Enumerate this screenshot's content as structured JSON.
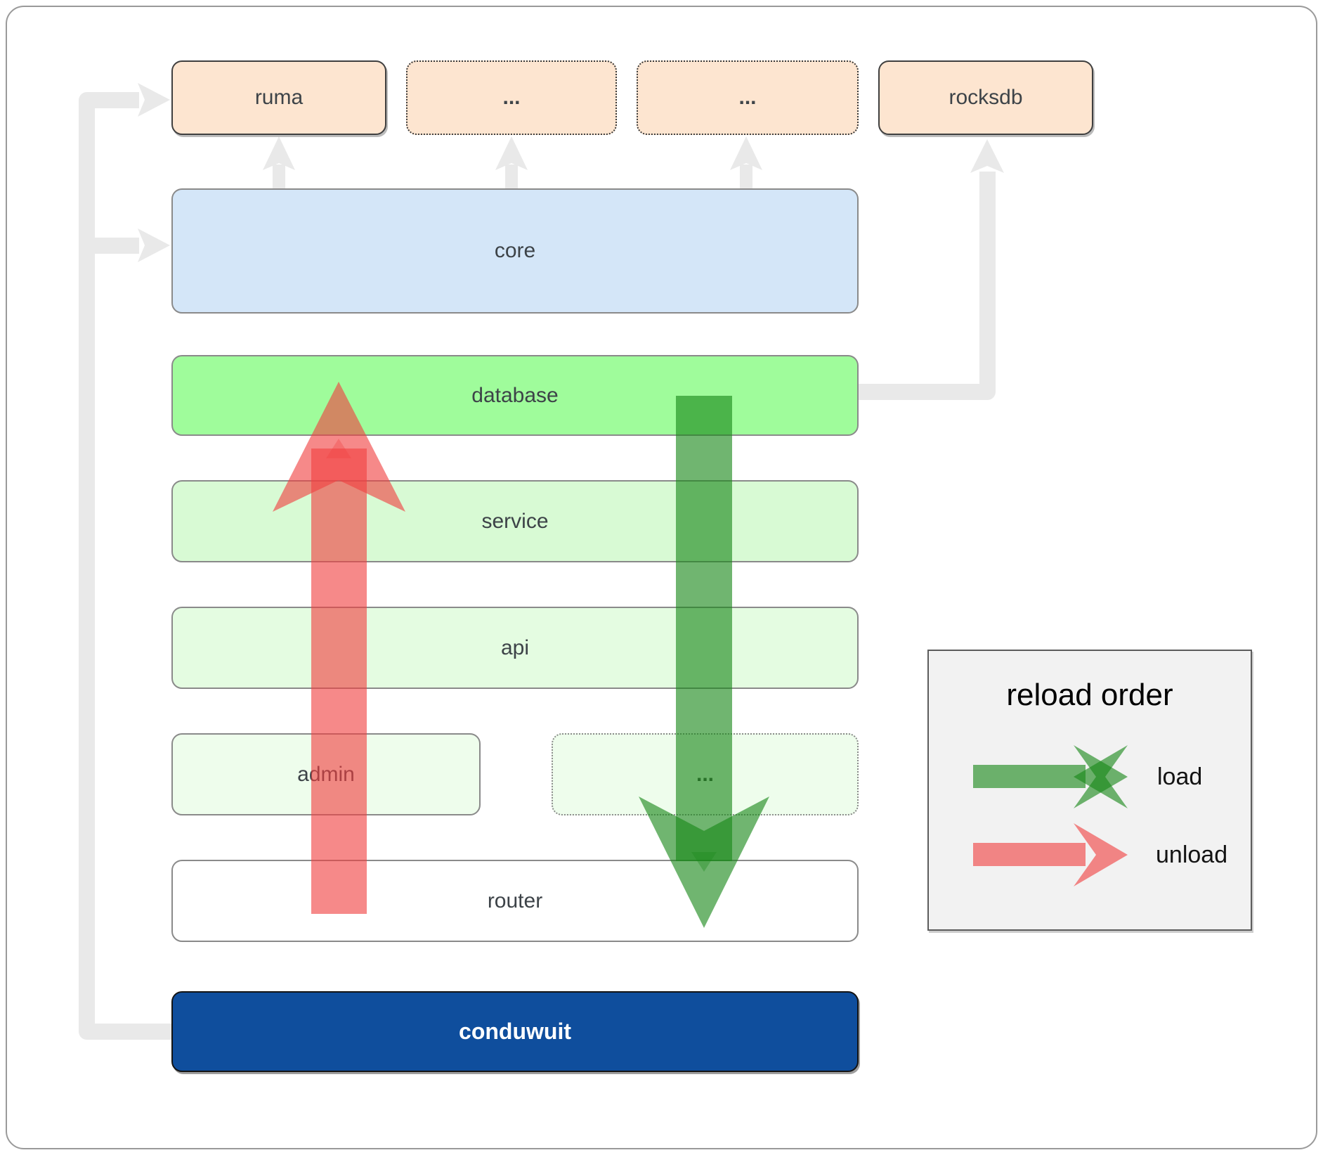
{
  "nodes": {
    "ruma": "ruma",
    "ellipsis_top_1": "...",
    "ellipsis_top_2": "...",
    "rocksdb": "rocksdb",
    "core": "core",
    "database": "database",
    "service": "service",
    "api": "api",
    "admin": "admin",
    "ellipsis_green": "...",
    "router": "router",
    "conduwuit": "conduwuit"
  },
  "legend": {
    "title": "reload order",
    "load_label": "load",
    "unload_label": "unload"
  },
  "colors": {
    "load_arrow": "#188718",
    "unload_arrow": "#f04141",
    "connector_gray": "#e9e9e9",
    "core_fill": "#d4e6f8",
    "database_fill": "#9ffc9b",
    "service_fill": "#d8fad4",
    "api_fill": "#e4fce1",
    "admin_fill": "#eefdec",
    "peach_fill": "#fde5d0",
    "conduwuit_fill": "#0f4e9d",
    "legend_fill": "#f2f2f2"
  }
}
